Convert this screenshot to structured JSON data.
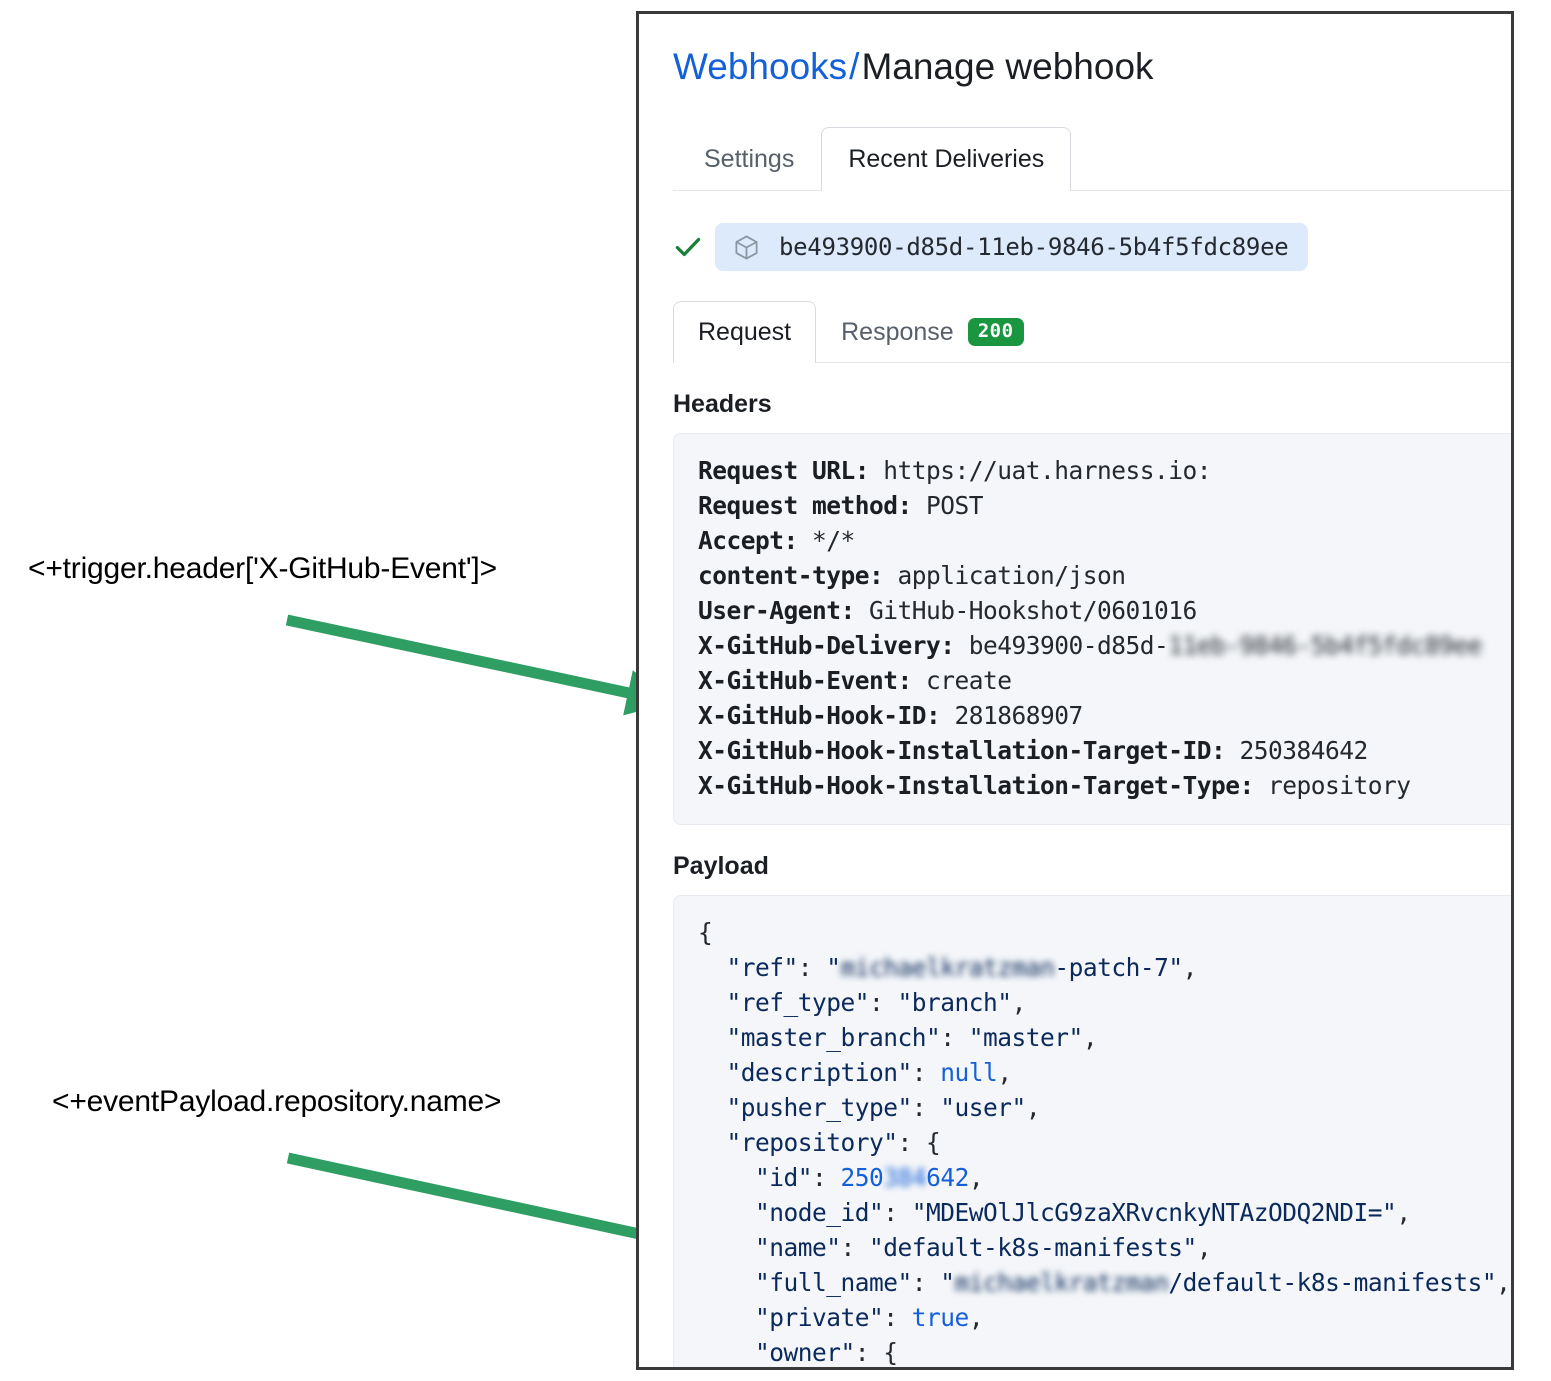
{
  "annotations": [
    {
      "text": "<+trigger.header['X-GitHub-Event']>",
      "arrow_color": "#2e9e63"
    },
    {
      "text": "<+eventPayload.repository.name>",
      "arrow_color": "#2e9e63"
    }
  ],
  "panel": {
    "breadcrumb": {
      "link": "Webhooks",
      "separator": "/",
      "current": "Manage webhook"
    },
    "tabs": [
      {
        "label": "Settings",
        "active": false
      },
      {
        "label": "Recent Deliveries",
        "active": true
      }
    ],
    "delivery": {
      "status_icon": "check-icon",
      "package_icon": "cube-icon",
      "id": "be493900-d85d-11eb-9846-5b4f5fdc89ee"
    },
    "subtabs": [
      {
        "label": "Request",
        "active": true,
        "badge": null
      },
      {
        "label": "Response",
        "active": false,
        "badge": "200"
      }
    ],
    "headers_section": {
      "heading": "Headers",
      "rows": [
        {
          "key": "Request URL:",
          "value": "https://uat.harness.io:",
          "redacted": ""
        },
        {
          "key": "Request method:",
          "value": "POST",
          "redacted": ""
        },
        {
          "key": "Accept:",
          "value": "*/*",
          "redacted": ""
        },
        {
          "key": "content-type:",
          "value": "application/json",
          "redacted": ""
        },
        {
          "key": "User-Agent:",
          "value": "GitHub-Hookshot/0601016",
          "redacted": ""
        },
        {
          "key": "X-GitHub-Delivery:",
          "value": "be493900-d85d-",
          "redacted": "11eb-9846-5b4f5fdc89ee"
        },
        {
          "key": "X-GitHub-Event:",
          "value": "create",
          "redacted": ""
        },
        {
          "key": "X-GitHub-Hook-ID:",
          "value": "281868907",
          "redacted": ""
        },
        {
          "key": "X-GitHub-Hook-Installation-Target-ID:",
          "value": "250384642",
          "redacted": ""
        },
        {
          "key": "X-GitHub-Hook-Installation-Target-Type:",
          "value": "repository",
          "redacted": ""
        }
      ]
    },
    "payload_section": {
      "heading": "Payload",
      "lines": [
        {
          "indent": 0,
          "tokens": [
            {
              "t": "punct",
              "v": "{"
            }
          ]
        },
        {
          "indent": 1,
          "tokens": [
            {
              "t": "key",
              "v": "\"ref\""
            },
            {
              "t": "punct",
              "v": ": "
            },
            {
              "t": "str",
              "v": "\""
            },
            {
              "t": "blur",
              "v": "michaelkratzman"
            },
            {
              "t": "str",
              "v": "-patch-7\""
            },
            {
              "t": "punct",
              "v": ","
            }
          ]
        },
        {
          "indent": 1,
          "tokens": [
            {
              "t": "key",
              "v": "\"ref_type\""
            },
            {
              "t": "punct",
              "v": ": "
            },
            {
              "t": "str",
              "v": "\"branch\""
            },
            {
              "t": "punct",
              "v": ","
            }
          ]
        },
        {
          "indent": 1,
          "tokens": [
            {
              "t": "key",
              "v": "\"master_branch\""
            },
            {
              "t": "punct",
              "v": ": "
            },
            {
              "t": "str",
              "v": "\"master\""
            },
            {
              "t": "punct",
              "v": ","
            }
          ]
        },
        {
          "indent": 1,
          "tokens": [
            {
              "t": "key",
              "v": "\"description\""
            },
            {
              "t": "punct",
              "v": ": "
            },
            {
              "t": "lit",
              "v": "null"
            },
            {
              "t": "punct",
              "v": ","
            }
          ]
        },
        {
          "indent": 1,
          "tokens": [
            {
              "t": "key",
              "v": "\"pusher_type\""
            },
            {
              "t": "punct",
              "v": ": "
            },
            {
              "t": "str",
              "v": "\"user\""
            },
            {
              "t": "punct",
              "v": ","
            }
          ]
        },
        {
          "indent": 1,
          "tokens": [
            {
              "t": "key",
              "v": "\"repository\""
            },
            {
              "t": "punct",
              "v": ": "
            },
            {
              "t": "punct",
              "v": "{"
            }
          ]
        },
        {
          "indent": 2,
          "tokens": [
            {
              "t": "key",
              "v": "\"id\""
            },
            {
              "t": "punct",
              "v": ": "
            },
            {
              "t": "num",
              "v": "250"
            },
            {
              "t": "blurnum",
              "v": "384"
            },
            {
              "t": "num",
              "v": "642"
            },
            {
              "t": "punct",
              "v": ","
            }
          ]
        },
        {
          "indent": 2,
          "tokens": [
            {
              "t": "key",
              "v": "\"node_id\""
            },
            {
              "t": "punct",
              "v": ": "
            },
            {
              "t": "str",
              "v": "\"MDEwOlJlcG9zaXRvcnkyNTAzODQ2NDI=\""
            },
            {
              "t": "punct",
              "v": ","
            }
          ]
        },
        {
          "indent": 2,
          "tokens": [
            {
              "t": "key",
              "v": "\"name\""
            },
            {
              "t": "punct",
              "v": ": "
            },
            {
              "t": "str",
              "v": "\"default-k8s-manifests\""
            },
            {
              "t": "punct",
              "v": ","
            }
          ]
        },
        {
          "indent": 2,
          "tokens": [
            {
              "t": "key",
              "v": "\"full_name\""
            },
            {
              "t": "punct",
              "v": ": "
            },
            {
              "t": "str",
              "v": "\""
            },
            {
              "t": "blur",
              "v": "michaelkratzman"
            },
            {
              "t": "str",
              "v": "/default-k8s-manifests\""
            },
            {
              "t": "punct",
              "v": ","
            }
          ]
        },
        {
          "indent": 2,
          "tokens": [
            {
              "t": "key",
              "v": "\"private\""
            },
            {
              "t": "punct",
              "v": ": "
            },
            {
              "t": "lit",
              "v": "true"
            },
            {
              "t": "punct",
              "v": ","
            }
          ]
        },
        {
          "indent": 2,
          "tokens": [
            {
              "t": "key",
              "v": "\"owner\""
            },
            {
              "t": "punct",
              "v": ": "
            },
            {
              "t": "punct",
              "v": "{"
            }
          ]
        }
      ]
    }
  }
}
